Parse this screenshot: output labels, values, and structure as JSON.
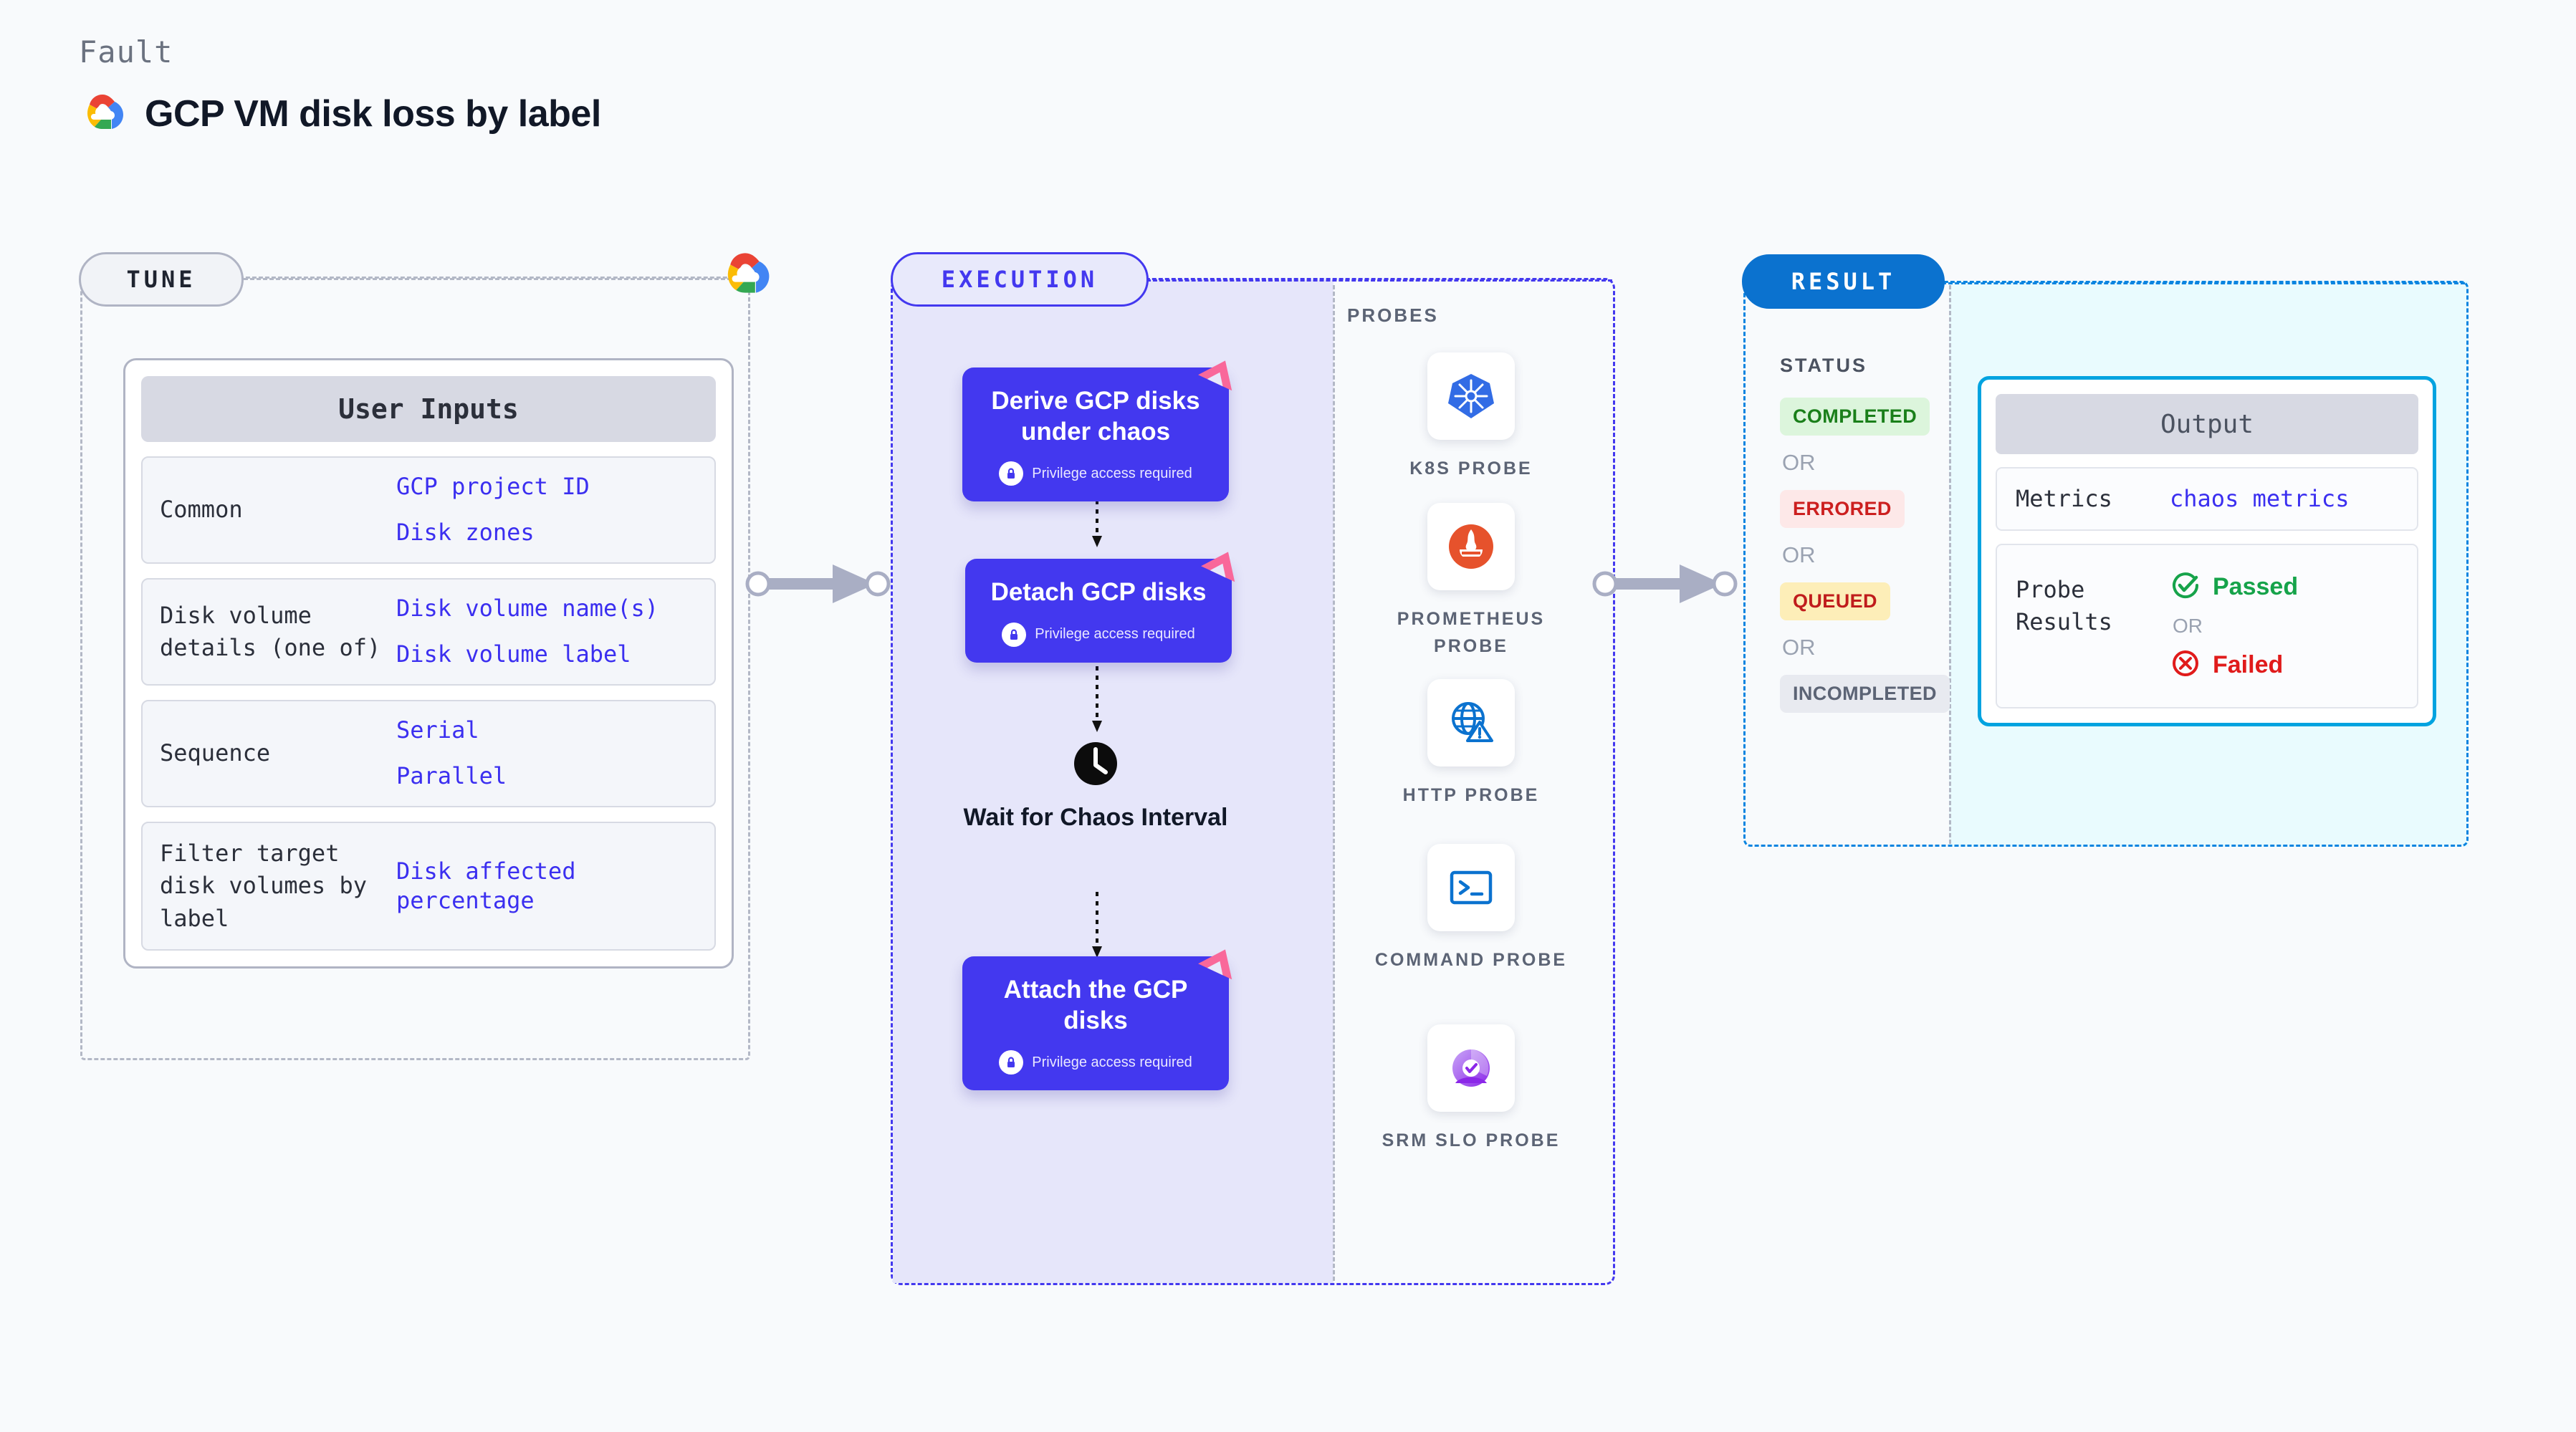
{
  "header": {
    "kicker": "Fault",
    "title": "GCP VM disk loss by label",
    "logo_icon": "gcp-cloud-logo"
  },
  "colors": {
    "page_bg": "#f8fafc",
    "indigo": "#4338ef",
    "result_blue": "#0b72cf",
    "output_border": "#00a3e0",
    "ribbon_pink": "#f9689a",
    "link_blue": "#3b2ff0"
  },
  "tune": {
    "pill_label": "TUNE",
    "badge_icon": "gcp-cloud-logo",
    "card_title": "User Inputs",
    "rows": [
      {
        "key": "Common",
        "values": [
          "GCP project ID",
          "Disk zones"
        ]
      },
      {
        "key": "Disk volume details (one of)",
        "values": [
          "Disk volume name(s)",
          "Disk volume label"
        ]
      },
      {
        "key": "Sequence",
        "values": [
          "Serial",
          "Parallel"
        ]
      },
      {
        "key": "Filter target disk volumes by label",
        "values": [
          "Disk affected percentage"
        ]
      }
    ]
  },
  "execution": {
    "pill_label": "EXECUTION",
    "privilege_note": "Privilege access required",
    "nodes": [
      {
        "title": "Derive GCP disks under chaos",
        "privileged": true,
        "icon": "litmus-ribbon-icon"
      },
      {
        "title": "Detach GCP disks",
        "privileged": true,
        "icon": "litmus-ribbon-icon"
      },
      {
        "title": "Wait for Chaos Interval",
        "privileged": false,
        "icon": "clock-icon"
      },
      {
        "title": "Attach the GCP disks",
        "privileged": true,
        "icon": "litmus-ribbon-icon"
      }
    ]
  },
  "probes": {
    "section_label": "PROBES",
    "items": [
      {
        "name": "K8S PROBE",
        "icon": "kubernetes-icon"
      },
      {
        "name": "PROMETHEUS PROBE",
        "icon": "prometheus-icon"
      },
      {
        "name": "HTTP PROBE",
        "icon": "http-globe-icon"
      },
      {
        "name": "COMMAND PROBE",
        "icon": "terminal-icon"
      },
      {
        "name": "SRM SLO PROBE",
        "icon": "srm-slo-icon"
      }
    ]
  },
  "result": {
    "pill_label": "RESULT",
    "status_label": "STATUS",
    "or_label": "OR",
    "statuses": [
      {
        "label": "COMPLETED",
        "bg": "#dcf5dc",
        "fg": "#1a7f1a"
      },
      {
        "label": "ERRORED",
        "bg": "#fde8e8",
        "fg": "#cc1f1f"
      },
      {
        "label": "QUEUED",
        "bg": "#fdeeb8",
        "fg": "#c01c1c"
      },
      {
        "label": "INCOMPLETED",
        "bg": "#e8eaf0",
        "fg": "#5c6475"
      }
    ],
    "output": {
      "title": "Output",
      "metrics_key": "Metrics",
      "metrics_value": "chaos metrics",
      "probe_results_key": "Probe Results",
      "passed_label": "Passed",
      "failed_label": "Failed",
      "or_label": "OR",
      "passed_icon": "check-circle-icon",
      "failed_icon": "x-circle-icon"
    }
  }
}
